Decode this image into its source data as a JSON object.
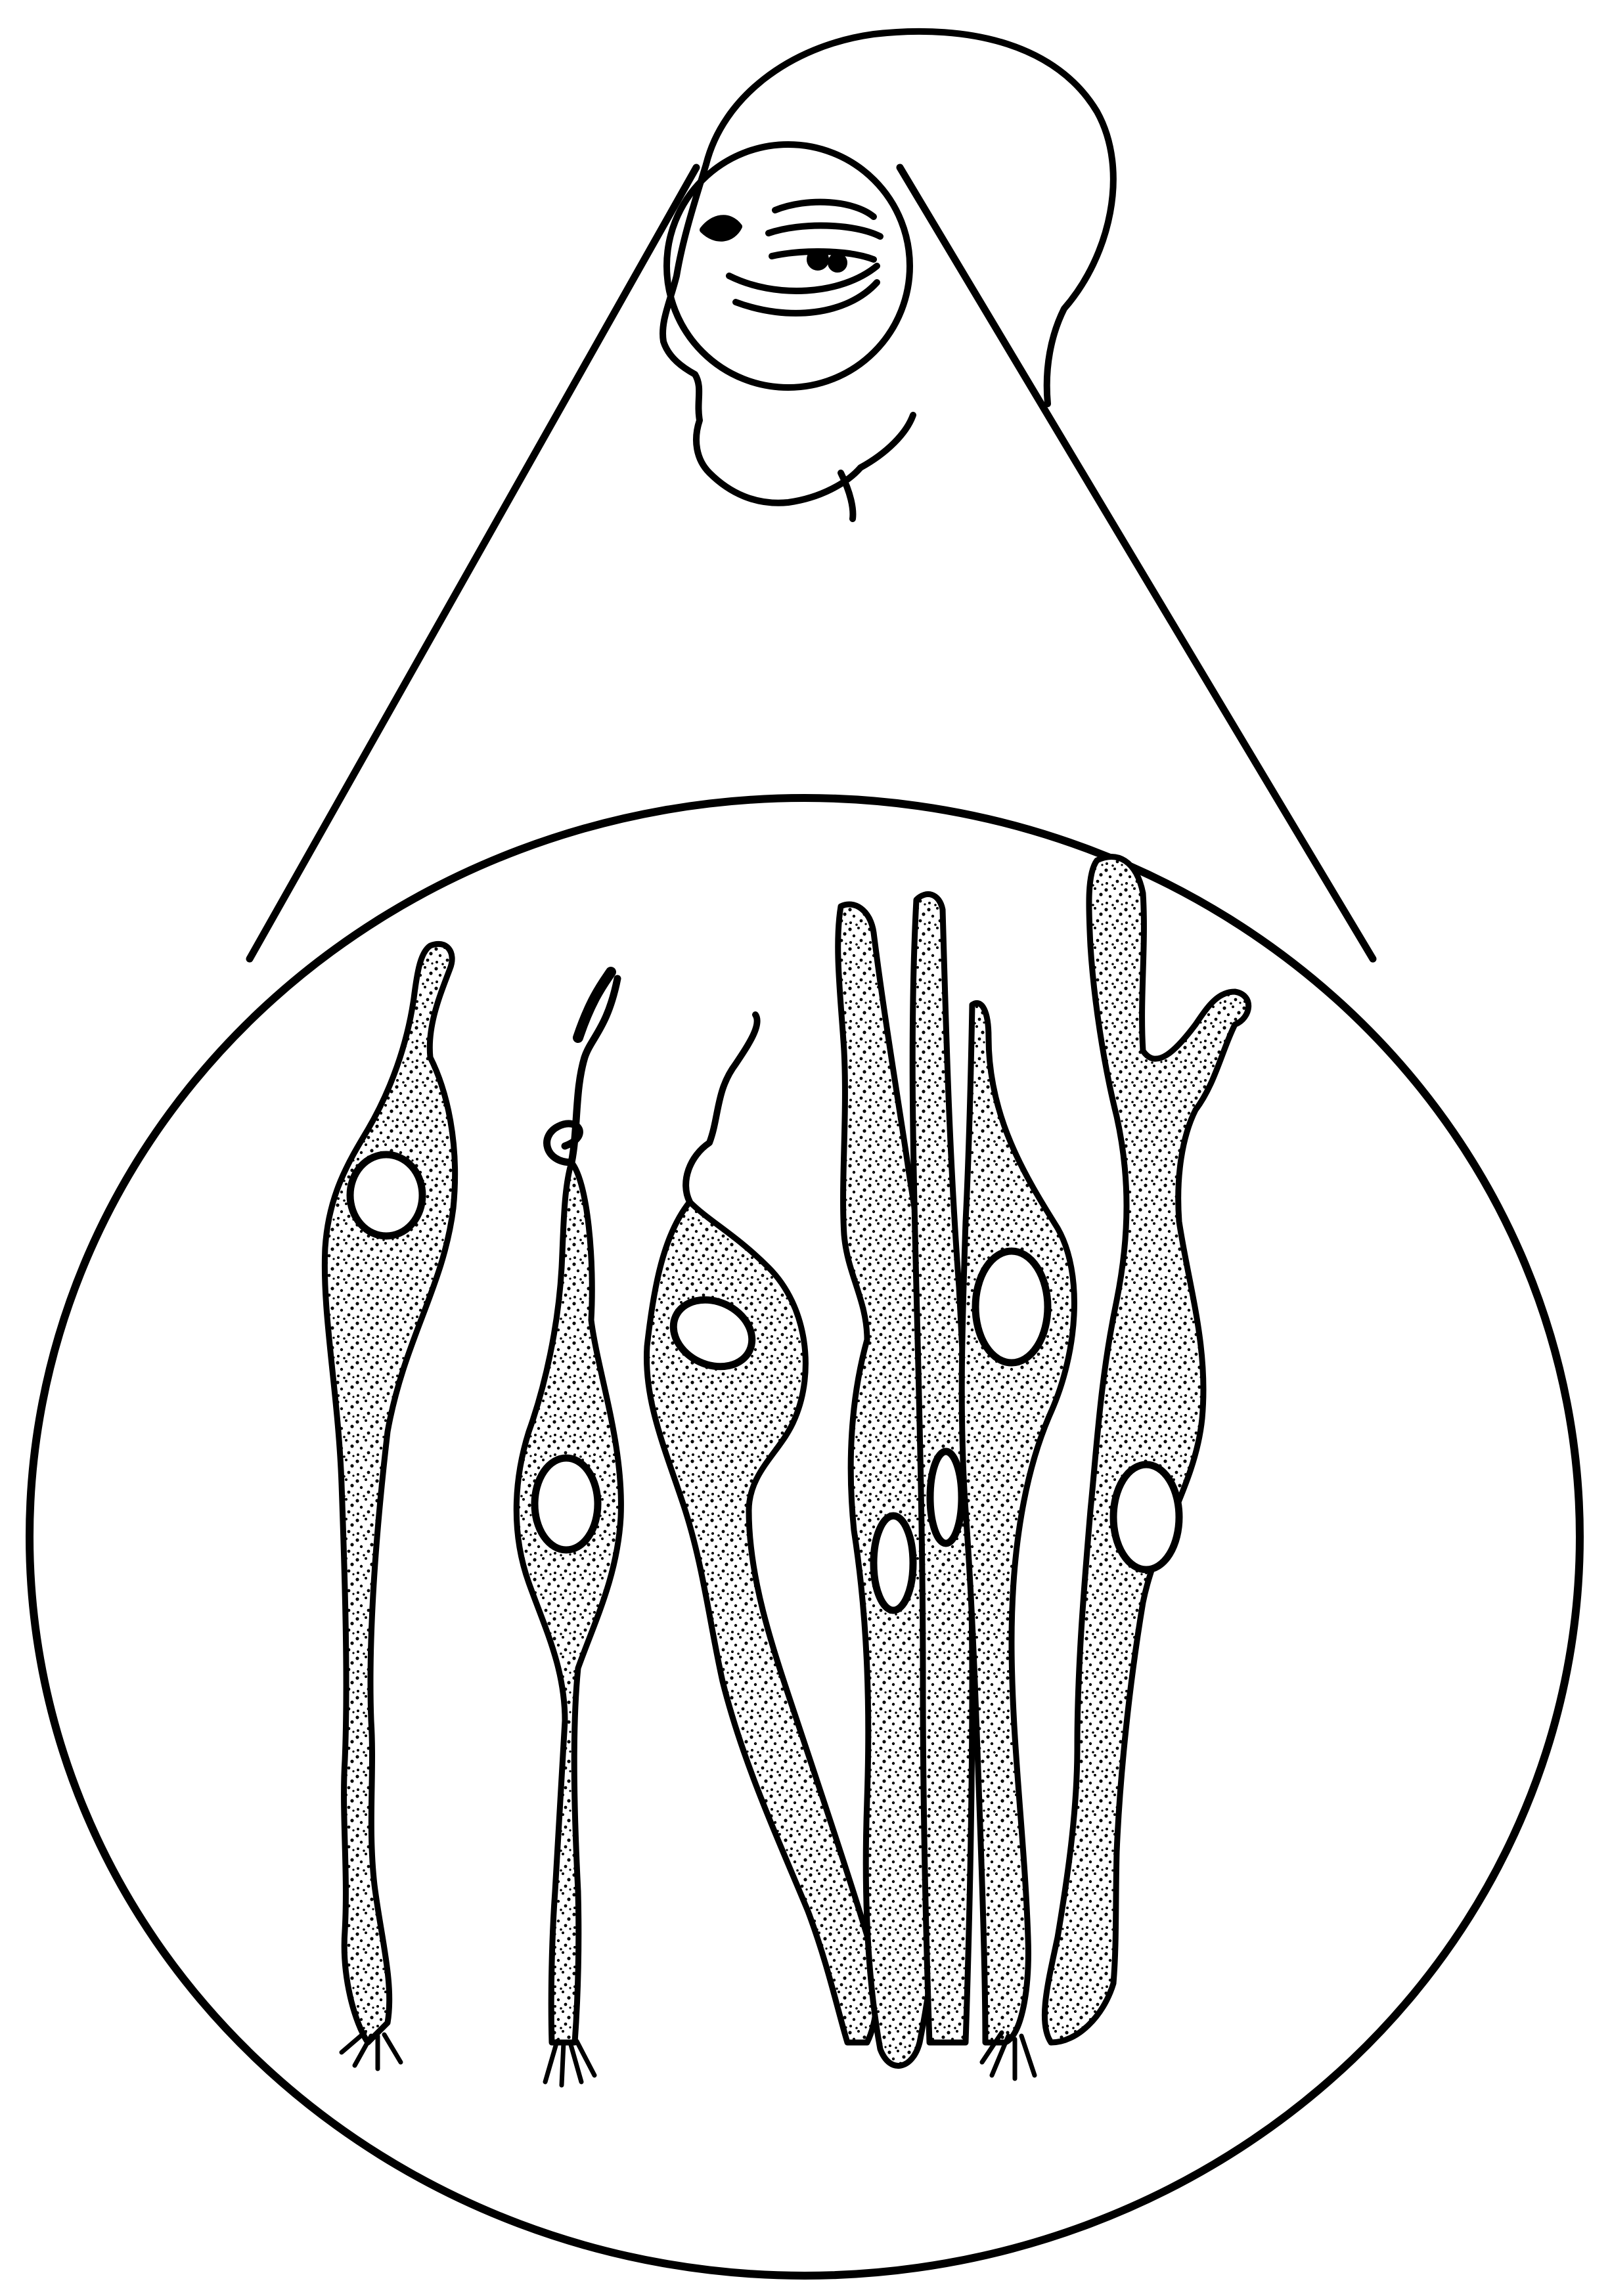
{
  "figure": {
    "subject": "illustration",
    "colors": {
      "ink": "#000000",
      "paper": "#ffffff"
    },
    "parts": [
      {
        "key": "head",
        "icon": "head-profile-icon"
      },
      {
        "key": "magnifier",
        "icon": "magnification-cone-icon"
      },
      {
        "key": "detail",
        "icon": "magnified-circle-icon"
      },
      {
        "key": "cells",
        "icon": "cell-group-icon",
        "count": 7
      }
    ]
  }
}
